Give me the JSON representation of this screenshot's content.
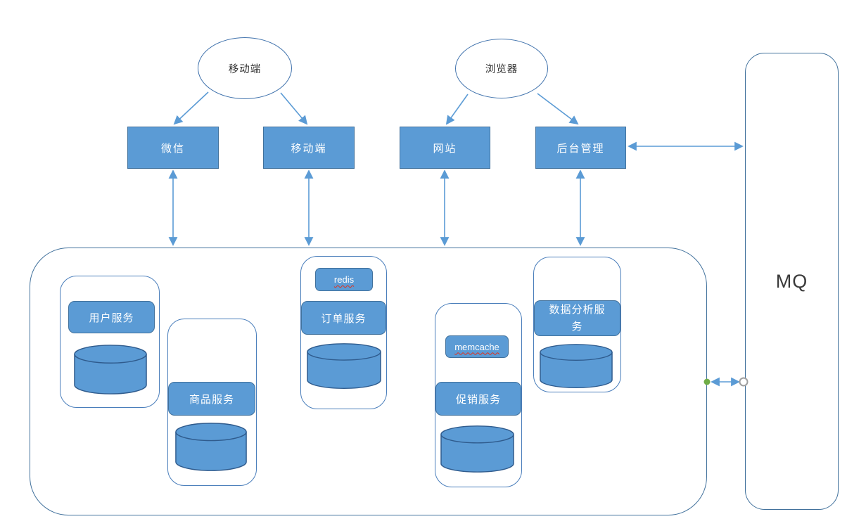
{
  "clients": [
    {
      "label": "移动端"
    },
    {
      "label": "浏览器"
    }
  ],
  "channels": [
    {
      "label": "微信"
    },
    {
      "label": "移动端"
    },
    {
      "label": "网站"
    },
    {
      "label": "后台管理"
    }
  ],
  "service_groups": [
    {
      "label": "用户服务",
      "cache": "",
      "has_database": true
    },
    {
      "label": "商品服务",
      "cache": "",
      "has_database": true
    },
    {
      "label": "订单服务",
      "cache": "redis",
      "has_database": true
    },
    {
      "label": "促销服务",
      "cache": "memcache",
      "has_database": true
    },
    {
      "label": "数据分析服务",
      "cache": "",
      "has_database": true
    }
  ],
  "mq": {
    "label": "MQ"
  },
  "colors": {
    "node_fill": "#5b9bd5",
    "node_border": "#41719c",
    "outline_border": "#4a7ebb",
    "arrow": "#5b9bd5",
    "endpoint_connected": "#70ad47",
    "endpoint_handle": "#9e9e9e",
    "spellcheck_underline": "#e0331f"
  }
}
